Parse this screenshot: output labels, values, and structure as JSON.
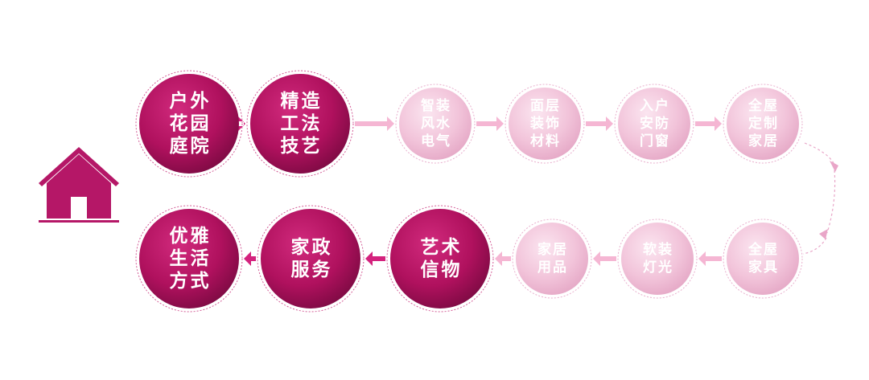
{
  "colors": {
    "dark_node": "#b0115e",
    "light_node": "#f3c9de",
    "arrow_dark": "#d4217d",
    "arrow_light": "#f5b6d3",
    "house": "#b51767"
  },
  "icons": {
    "house": "house-icon"
  },
  "steps": [
    {
      "lines": [
        "户外",
        "花园",
        "庭院"
      ],
      "style": "dark"
    },
    {
      "lines": [
        "精造",
        "工法",
        "技艺"
      ],
      "style": "dark"
    },
    {
      "lines": [
        "智装",
        "风水",
        "电气"
      ],
      "style": "light"
    },
    {
      "lines": [
        "面层",
        "装饰",
        "材料"
      ],
      "style": "light"
    },
    {
      "lines": [
        "入户",
        "安防",
        "门窗"
      ],
      "style": "light"
    },
    {
      "lines": [
        "全屋",
        "定制",
        "家居"
      ],
      "style": "light"
    },
    {
      "lines": [
        "全屋",
        "家具"
      ],
      "style": "light"
    },
    {
      "lines": [
        "软装",
        "灯光"
      ],
      "style": "light"
    },
    {
      "lines": [
        "家居",
        "用品"
      ],
      "style": "light"
    },
    {
      "lines": [
        "艺术",
        "信物"
      ],
      "style": "dark"
    },
    {
      "lines": [
        "家政",
        "服务"
      ],
      "style": "dark"
    },
    {
      "lines": [
        "优雅",
        "生活",
        "方式"
      ],
      "style": "dark"
    }
  ]
}
